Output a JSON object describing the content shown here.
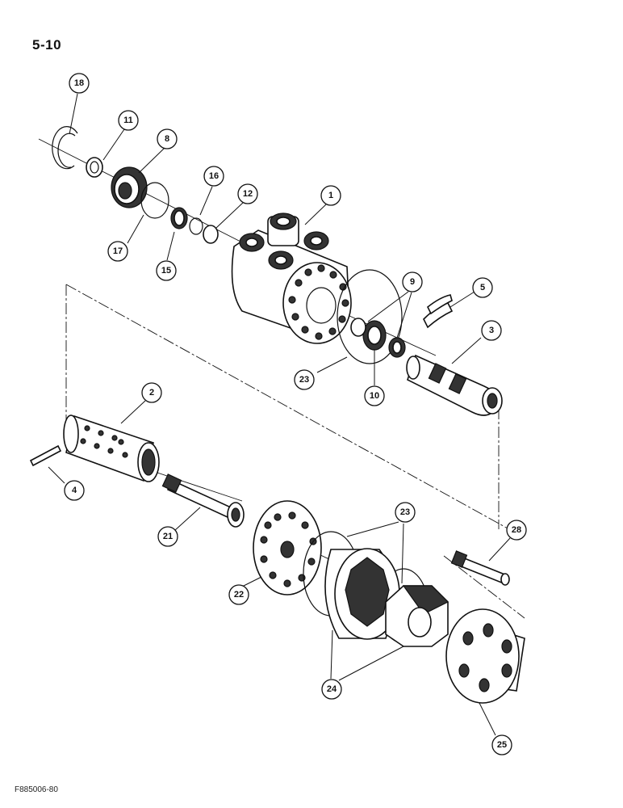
{
  "page_number": "5-10",
  "figure_code": "F885006-80",
  "callouts": [
    {
      "id": "c18",
      "label": "18"
    },
    {
      "id": "c11",
      "label": "11"
    },
    {
      "id": "c8",
      "label": "8"
    },
    {
      "id": "c16",
      "label": "16"
    },
    {
      "id": "c12",
      "label": "12"
    },
    {
      "id": "c1",
      "label": "1"
    },
    {
      "id": "c17",
      "label": "17"
    },
    {
      "id": "c15",
      "label": "15"
    },
    {
      "id": "c9",
      "label": "9"
    },
    {
      "id": "c5",
      "label": "5"
    },
    {
      "id": "c3",
      "label": "3"
    },
    {
      "id": "c23a",
      "label": "23"
    },
    {
      "id": "c10",
      "label": "10"
    },
    {
      "id": "c2",
      "label": "2"
    },
    {
      "id": "c4",
      "label": "4"
    },
    {
      "id": "c21",
      "label": "21"
    },
    {
      "id": "c23b",
      "label": "23"
    },
    {
      "id": "c28",
      "label": "28"
    },
    {
      "id": "c22",
      "label": "22"
    },
    {
      "id": "c24",
      "label": "24"
    },
    {
      "id": "c25",
      "label": "25"
    }
  ]
}
